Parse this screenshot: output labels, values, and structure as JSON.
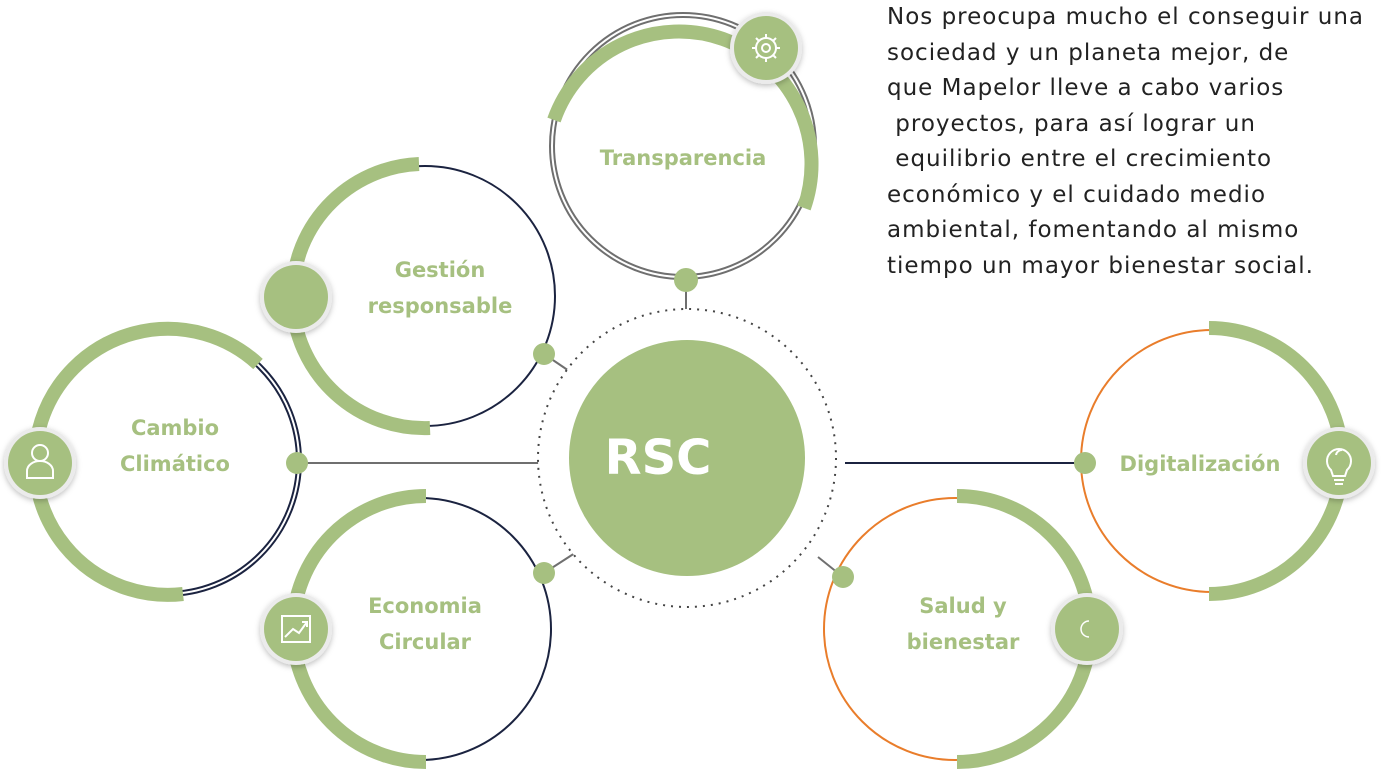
{
  "center": {
    "label": "RSC"
  },
  "nodes": [
    {
      "id": "transparencia",
      "lines": [
        "Transparencia"
      ],
      "icon": "gear-icon",
      "ring_color": "#6f6f6f"
    },
    {
      "id": "gestion",
      "lines": [
        "Gestión",
        "responsable"
      ],
      "icon": "plain-circle",
      "ring_color": "#1b2340"
    },
    {
      "id": "cambio",
      "lines": [
        "Cambio",
        "Climático"
      ],
      "icon": "person-icon",
      "ring_color": "#1b2340"
    },
    {
      "id": "economia",
      "lines": [
        "Economia",
        "Circular"
      ],
      "icon": "chart-up-icon",
      "ring_color": "#1b2340"
    },
    {
      "id": "salud",
      "lines": [
        "Salud y",
        "bienestar"
      ],
      "icon": "moon-icon",
      "ring_color": "#e97d2b"
    },
    {
      "id": "digitalizacion",
      "lines": [
        "Digitalización"
      ],
      "icon": "lightbulb-icon",
      "ring_color": "#e97d2b"
    }
  ],
  "paragraph": {
    "lines": [
      "Nos preocupa mucho el conseguir una",
      "sociedad y un planeta mejor, de",
      "que Mapelor lleve a cabo varios",
      " proyectos, para así lograr un",
      " equilibrio entre el crecimiento",
      "económico y el cuidado medio",
      "ambiental, fomentando al mismo",
      "tiempo un mayor bienestar social."
    ]
  },
  "colors": {
    "accent": "#a6c080",
    "navy": "#1b2340",
    "orange": "#e97d2b",
    "gray": "#6f6f6f"
  }
}
